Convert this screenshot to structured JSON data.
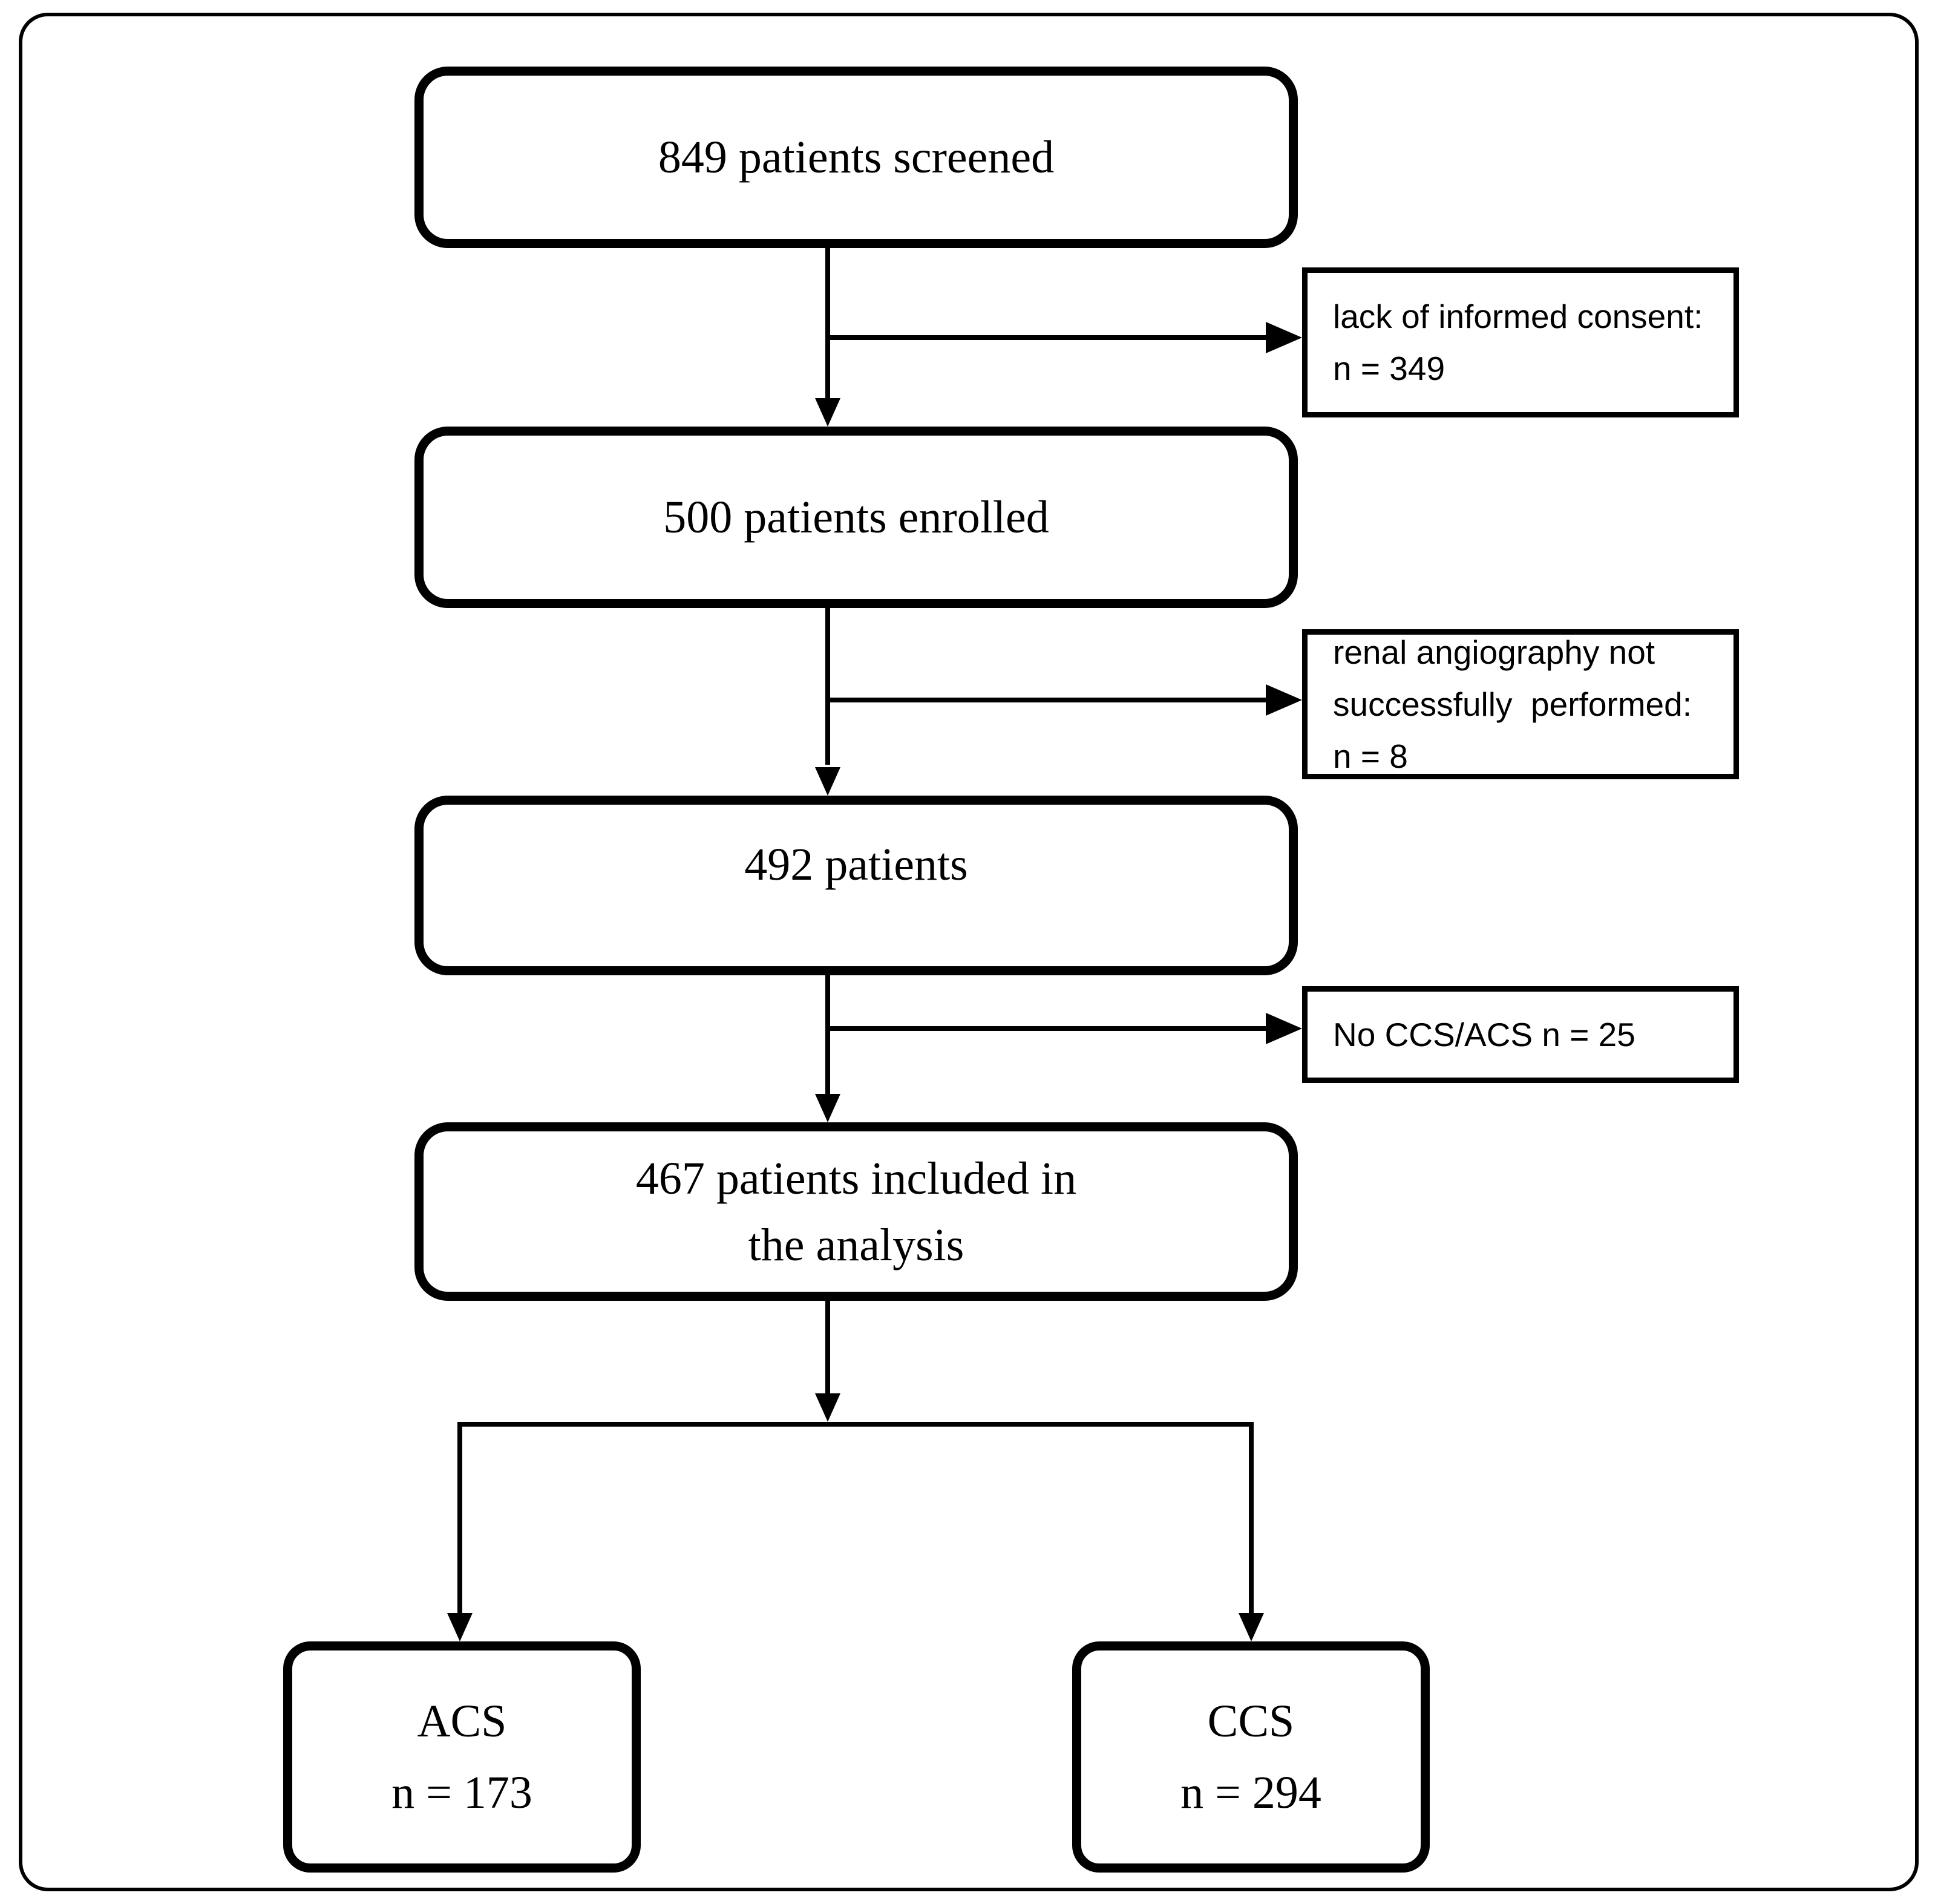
{
  "flow": {
    "step_boxes": [
      {
        "name": "screened",
        "lines": [
          "849 patients screened"
        ]
      },
      {
        "name": "enrolled",
        "lines": [
          "500 patients enrolled"
        ]
      },
      {
        "name": "post-angiography",
        "lines": [
          "492 patients"
        ]
      },
      {
        "name": "included",
        "lines": [
          "467 patients included in",
          "the analysis"
        ]
      }
    ],
    "exclusion_boxes": [
      {
        "name": "lack-of-consent",
        "lines": [
          "lack of informed consent:",
          "n = 349"
        ]
      },
      {
        "name": "angiography-not-performed",
        "lines": [
          "renal angiography not",
          "successfully  performed:",
          "n = 8"
        ]
      },
      {
        "name": "no-ccs-acs",
        "lines": [
          "No CCS/ACS n = 25"
        ]
      }
    ],
    "outcome_boxes": [
      {
        "name": "acs",
        "lines": [
          "ACS",
          "n = 173"
        ]
      },
      {
        "name": "ccs",
        "lines": [
          "CCS",
          "n = 294"
        ]
      }
    ],
    "colors": {
      "stroke": "#000000",
      "background": "#ffffff"
    }
  }
}
